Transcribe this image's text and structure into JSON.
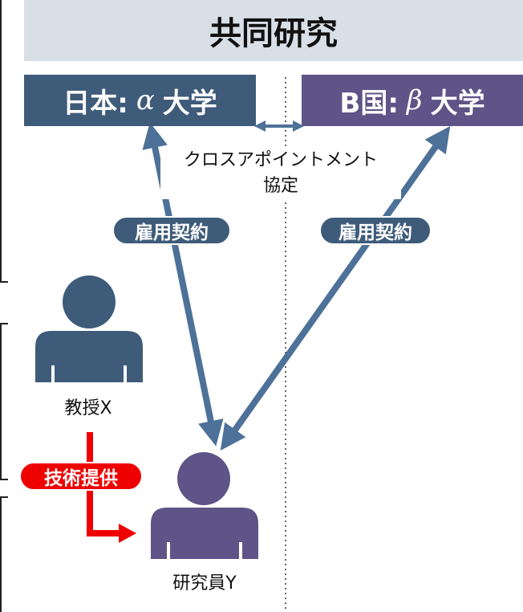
{
  "header": {
    "title": "共同研究"
  },
  "university_a": {
    "prefix": "日本:",
    "greek": "α",
    "suffix": "大学"
  },
  "university_b": {
    "prefix": "B国:",
    "greek": "β",
    "suffix": "大学"
  },
  "agreement": {
    "line1": "クロスアポイントメント",
    "line2": "協定"
  },
  "contracts": {
    "left": "雇用契約",
    "right": "雇用契約"
  },
  "technology": {
    "label": "技術提供"
  },
  "people": {
    "professor": "教授X",
    "researcher": "研究員Y"
  },
  "colors": {
    "header_bg": "#d9dfe7",
    "univ_a": "#3e5b7a",
    "univ_b": "#5e5487",
    "arrow": "#4d7198",
    "tech": "#ee0000"
  }
}
